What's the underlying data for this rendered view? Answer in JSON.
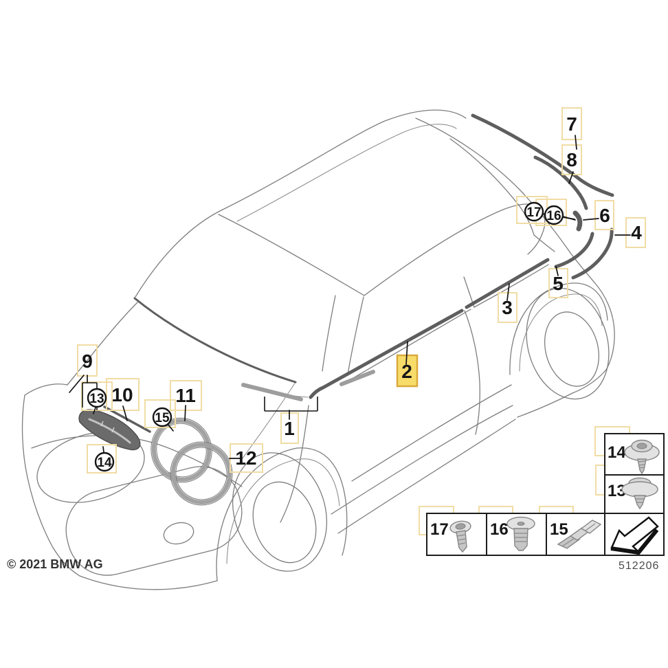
{
  "diagram": {
    "copyright": "© 2021 BMW AG",
    "number": "512206",
    "selected_callout": "2",
    "colors": {
      "highlight_fill": "#F8DC6A",
      "highlight_border": "#D9A93C",
      "hover_box_border": "#F0DCA4",
      "trim_gray": "#5E5E5E",
      "ring_gray": "#A2A2A2"
    }
  },
  "callouts": {
    "c1": {
      "text": "1"
    },
    "c2": {
      "text": "2"
    },
    "c3": {
      "text": "3"
    },
    "c4": {
      "text": "4"
    },
    "c5": {
      "text": "5"
    },
    "c6": {
      "text": "6"
    },
    "c7": {
      "text": "7"
    },
    "c8": {
      "text": "8"
    },
    "c9": {
      "text": "9"
    },
    "c10": {
      "text": "10"
    },
    "c11": {
      "text": "11"
    },
    "c12": {
      "text": "12"
    },
    "c13": {
      "text": "13"
    },
    "c14": {
      "text": "14"
    },
    "c15": {
      "text": "15"
    },
    "c16": {
      "text": "16"
    },
    "c17": {
      "text": "17"
    }
  },
  "legend": {
    "cells": [
      {
        "label": "14",
        "icon": "screw-with-washer-icon"
      },
      {
        "label": "13",
        "icon": "rivet-with-washer-icon"
      },
      {
        "label": "17",
        "icon": "torx-screw-icon"
      },
      {
        "label": "16",
        "icon": "expansion-rivet-icon"
      },
      {
        "label": "15",
        "icon": "sheet-metal-clip-icon"
      },
      {
        "label": "",
        "icon": "direction-arrow-icon"
      }
    ]
  }
}
